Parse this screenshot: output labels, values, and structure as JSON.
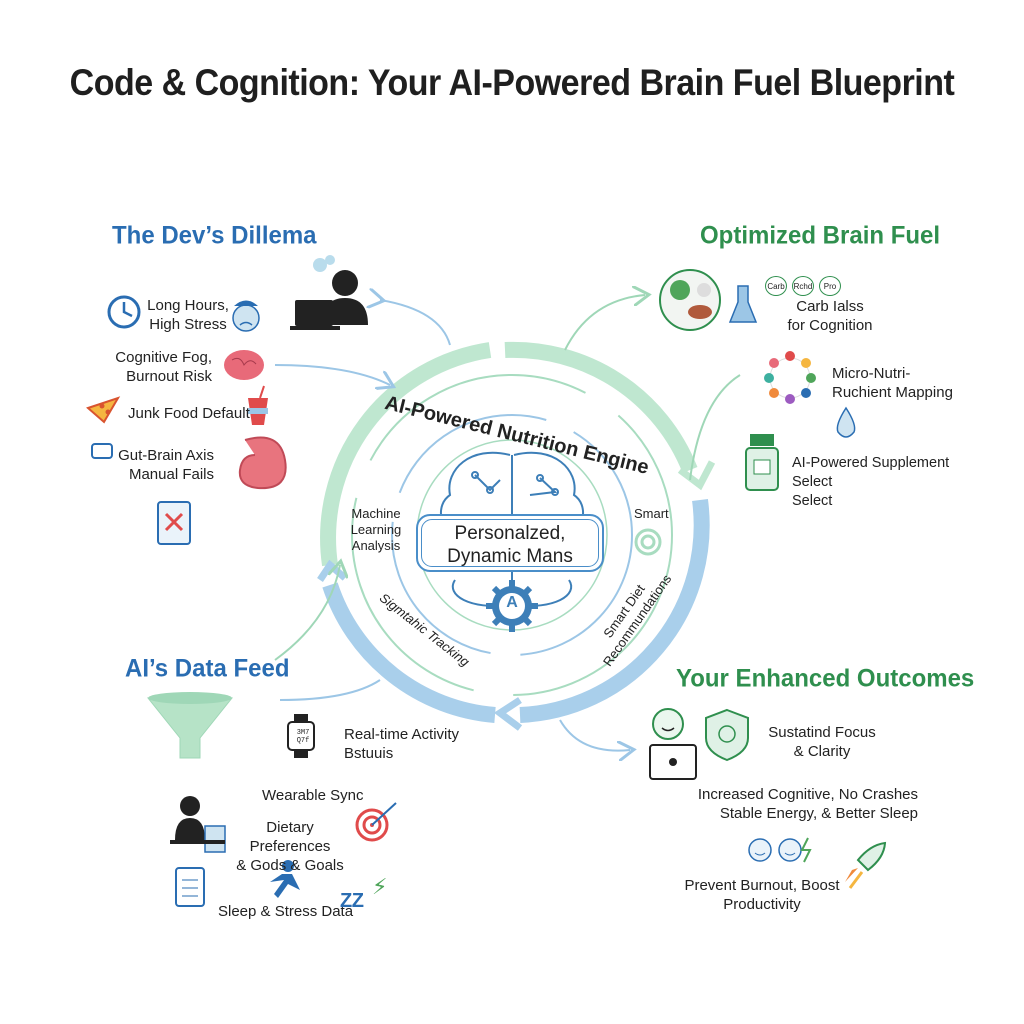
{
  "title": "Code & Cognition: Your AI-Powered Brain Fuel Blueprint",
  "sections": {
    "dilemma": {
      "heading": "The Dev’s Dillema",
      "items": [
        "Long Hours,\nHigh Stress",
        "Cognitive Fog,\nBurnout Risk",
        "Junk Food Default",
        "Gut-Brain Axis\nManual Fails"
      ]
    },
    "fuel": {
      "heading": "Optimized Brain Fuel",
      "items": [
        "Carb Ialss\nfor Cognition",
        "Micro-Nutri-\nRuchient Mapping",
        "AI-Powered Supplement Select\nSelect"
      ],
      "badges": [
        "Carb",
        "Rchd",
        "Pro"
      ]
    },
    "feed": {
      "heading": "AI’s Data Feed",
      "items": [
        "Real-time Activity\nBstuuis",
        "Wearable Sync",
        "Dietary Preferences\n& Gods & Goals",
        "Sleep & Stress Data"
      ],
      "watch_text": "3M7 Q7f"
    },
    "outcomes": {
      "heading": "Your Enhanced Outcomes",
      "items": [
        "Sustatind Focus\n& Clarity",
        "Increased Cognitive, No Crashes\nStable Energy, & Better Sleep",
        "Prevent Burnout, Boost\nProductivity"
      ]
    }
  },
  "engine": {
    "ring_title": "AI-Powered Nutrition Engine",
    "center": "Personalzed,\nDynamic Mans",
    "left_label": "Machine\nLearning\nAnalysis",
    "right_label": "Smart",
    "bottom_left_label": "Sigmtahic Tracking",
    "bottom_right_label": "Smart Diet\nRecommundations",
    "gear_letter": "A",
    "zz": "Z Z"
  },
  "colors": {
    "blue": "#2a6db2",
    "green": "#2f8f4e",
    "ring_green": "#a8dcc0",
    "ring_blue": "#9cc6e6"
  }
}
